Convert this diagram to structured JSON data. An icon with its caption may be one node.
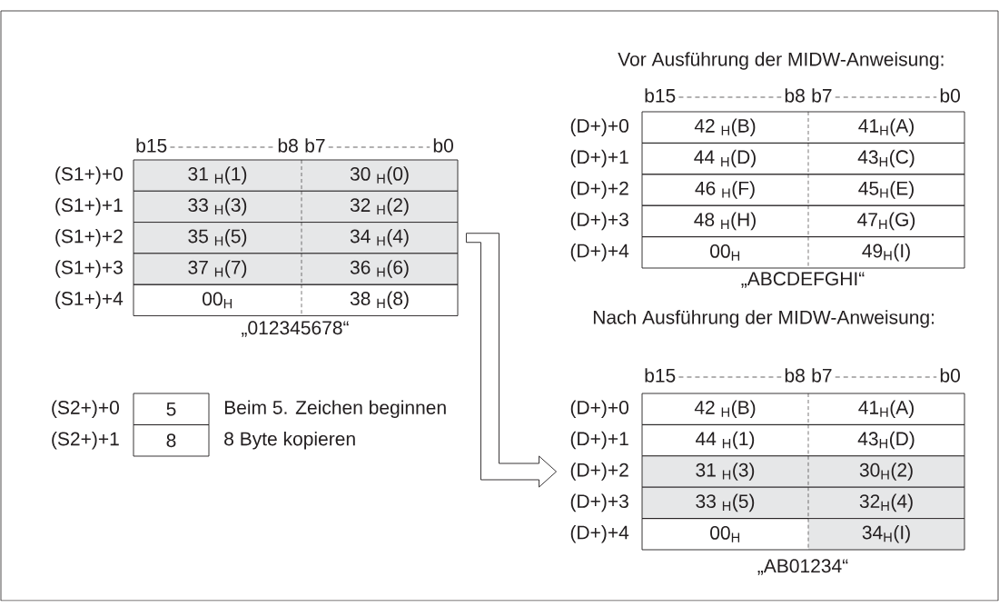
{
  "diagram": {
    "nodes": [
      {
        "text": [
          "31 $_{H}$(1)",
          "30 $_{H}$(0)"
        ],
        "beside": [
          "(S1+)+0"
        ]
      },
      {
        "text": [
          "33 $_{H}$(3)",
          "32 $_{H}$(2)"
        ],
        "beside": [
          "(S1+)+1"
        ]
      },
      {
        "text": [
          "35 $_{H}$(5)",
          "34 $_{H}$(4)"
        ],
        "beside": [
          "(S1+)+2"
        ]
      },
      {
        "text": [
          "37 $_{H}$(7)",
          "36 $_{H}$(6)"
        ],
        "beside": [
          "(S1+)+3"
        ]
      },
      {
        "text": [
          "00$_{H}$",
          "38 $_{H}$(8)"
        ],
        "beside": [
          "(S1+)+4"
        ]
      },
      {
        "text": [
          "42 $_{H}$(B)",
          "41$_{H}$(A)"
        ],
        "beside": [
          "(D+)+0"
        ]
      },
      {
        "text": [
          "44 $_{H}$(D)",
          "43$_{H}$(C)"
        ],
        "beside": [
          "(D+)+1"
        ]
      },
      {
        "text": [
          "46 $_{H}$(F)",
          "45$_{H}$(E)"
        ],
        "beside": [
          "(D+)+2"
        ]
      },
      {
        "text": [
          "48 $_{H}$(H)",
          "47$_{H}$(G)"
        ],
        "beside": [
          "(D+)+3"
        ]
      },
      {
        "text": [
          "00$_{H}$",
          "49$_{H}$(I)"
        ],
        "beside": [
          "(D+)+4"
        ]
      },
      {
        "text": [
          "42 $_{H}$(B)",
          "41$_{H}$(A)"
        ],
        "beside": [
          "(D+)+0"
        ]
      },
      {
        "text": [
          "44 $_{H}$(1)",
          "43$_{H}$(D)"
        ],
        "beside": [
          "(D+)+1"
        ]
      },
      {
        "text": [
          "31 $_{H}$(3)",
          "30$_{H}$(2)"
        ],
        "beside": [
          "(D+)+2"
        ]
      },
      {
        "text": [
          "33 $_{H}$(5)",
          "32$_{H}$(4)"
        ],
        "beside": [
          "(D+)+3"
        ]
      },
      {
        "text": [
          "00$_{H}$",
          "34$_{H}$(I)"
        ],
        "beside": [
          "(D+)+4"
        ]
      },
      {
        "text": [
          "5"
        ],
        "beside": [
          "(S2+)+0",
          "Beim 5. Zeichen beginnen"
        ]
      },
      {
        "text": [
          "8"
        ],
        "beside": [
          "(S2+)+1",
          "8 Byte kopieren"
        ]
      }
    ],
    "edges": [
      {
        "from": 2,
        "to": 12,
        "arrow": "to"
      }
    ],
    "labels": [
      "Vor Ausführung der MIDW-Anweisung:",
      "b15",
      "b8",
      "b7",
      "b0",
      "b15",
      "b8",
      "b7",
      "b0",
      "„ABCDEFGHI“",
      "„012345678“",
      "Nach Ausführung der MIDW-Anweisung:",
      "b15",
      "b8",
      "b7",
      "b0",
      "„AB01234“"
    ]
  }
}
